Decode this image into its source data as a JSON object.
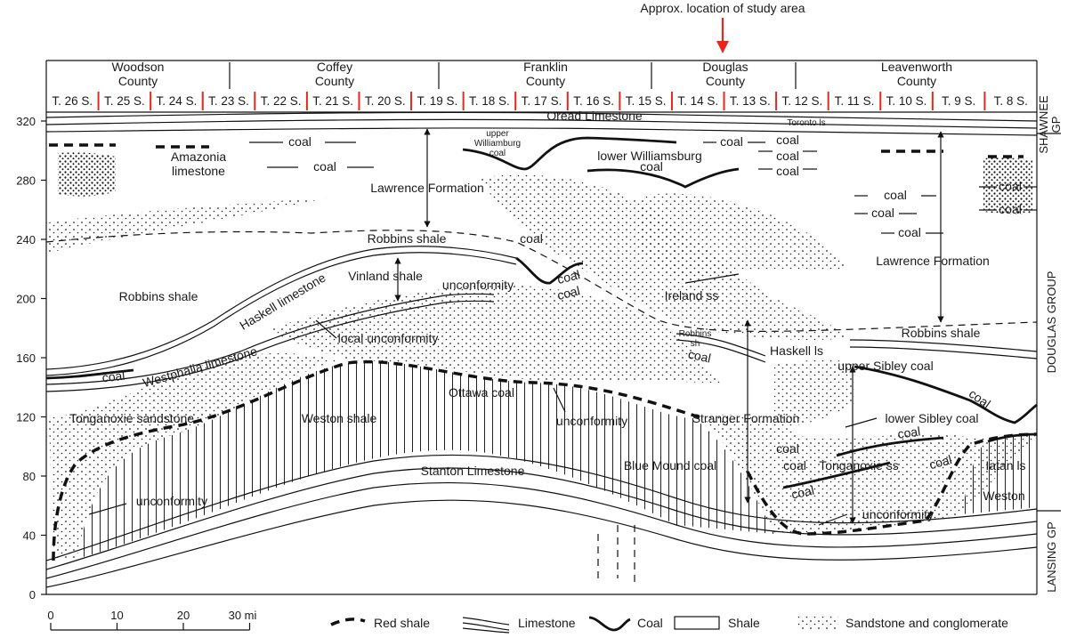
{
  "annotation": {
    "study_area": "Approx. location of study area",
    "arrow_color": "#e8261c"
  },
  "counties": [
    "Woodson County",
    "Coffey County",
    "Franklin County",
    "Douglas County",
    "Leavenworth County"
  ],
  "townships": [
    "T. 26 S.",
    "T. 25 S.",
    "T. 24 S.",
    "T. 23 S.",
    "T. 22 S.",
    "T. 21 S.",
    "T. 20 S.",
    "T. 19 S.",
    "T. 18 S.",
    "T. 17 S.",
    "T. 16 S.",
    "T. 15 S.",
    "T. 14 S.",
    "T. 13 S.",
    "T. 12 S.",
    "T. 11 S.",
    "T. 10 S.",
    "T. 9 S.",
    "T. 8 S."
  ],
  "township_divider_color": "#e8261c",
  "y_axis": {
    "ticks": [
      "0",
      "40",
      "80",
      "120",
      "160",
      "200",
      "240",
      "280",
      "320"
    ],
    "values": [
      0,
      40,
      80,
      120,
      160,
      200,
      240,
      280,
      320
    ],
    "range": [
      0,
      320
    ]
  },
  "side_groups": [
    "SHAWNEE GP",
    "DOUGLAS GROUP",
    "LANSING GP"
  ],
  "scale_bar": {
    "ticks": [
      "0",
      "10",
      "20"
    ],
    "last": "30 mi"
  },
  "legend": [
    "Red shale",
    "Limestone",
    "Coal",
    "Shale",
    "Sandstone and conglomerate"
  ],
  "labels": {
    "oread": "Oread Limestone",
    "toronto": "Toronto ls",
    "coal": "coal",
    "upper_williamburg": [
      "upper",
      "Williamburg",
      "coal"
    ],
    "lower_williamsburg": "lower Williamsburg",
    "amazonia": [
      "Amazonia",
      "limestone"
    ],
    "lawrence_left": "Lawrence Formation",
    "lawrence_right": "Lawrence Formation",
    "robbins_left": "Robbins shale",
    "robbins_top": "Robbins shale",
    "robbins_right": "Robbins shale",
    "robbins_sh": [
      "Robbins",
      "sh"
    ],
    "haskell_limestone": "Haskell limestone",
    "haskell_ls": "Haskell ls",
    "vinland": "Vinland shale",
    "unconformity": "unconformity",
    "local_unconformity": "local unconformity",
    "ireland": "Ireland ss",
    "westphalia": "Westphalia limestone",
    "ottawa": "Ottawa coal",
    "tonganoxie_sandstone": "Tonganoxie sandstone",
    "tonganoxie_ss": "Tonganoxie ss",
    "weston_shale": "Weston shale",
    "weston": "Weston",
    "stranger": "Stranger Formation",
    "upper_sibley": "upper Sibley coal",
    "lower_sibley": "lower Sibley coal",
    "blue_mound": "Blue Mound coal",
    "stanton": "Stanton Limestone",
    "iatan": "Iatan ls"
  }
}
